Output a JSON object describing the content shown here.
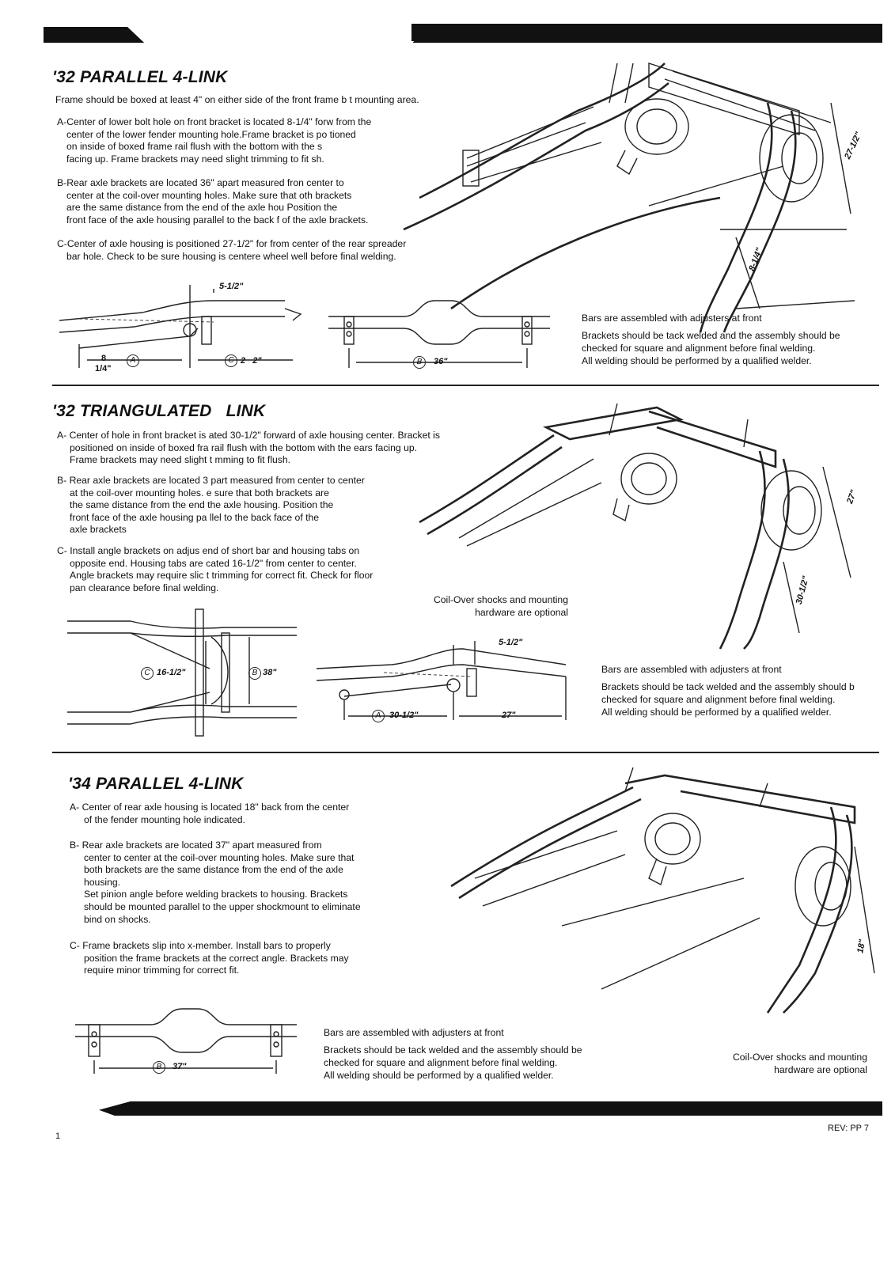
{
  "sections": {
    "s32_parallel": {
      "title": "'32 PARALLEL 4-LINK",
      "intro": "Frame should be boxed at least 4\" on either side of the front frame b      t mounting area.",
      "a": [
        "A-Center of lower bolt hole on front bracket is located 8-1/4\" forw    from the",
        "center of the lower fender mounting hole.Frame bracket is po  tioned",
        "on inside of boxed frame rail flush with the bottom with the   s",
        "facing up. Frame brackets may need slight trimming to fit   sh."
      ],
      "b": [
        "B-Rear axle brackets are located 36\" apart measured fron  center to",
        "center at the coil-over mounting holes. Make sure that  oth brackets",
        "are the same distance from the end of the axle hou   Position the",
        "front face of the axle housing parallel to the back f   of the axle brackets."
      ],
      "c": [
        "C-Center of axle housing is positioned 27-1/2\" for   from center of the rear spreader",
        "bar hole. Check to be sure housing is centere     wheel well before final welding."
      ],
      "notes": [
        "Bars are assembled with adjusters at front",
        "Brackets should be tack welded and the assembly should be",
        "checked for square and alignment before final welding.",
        "All welding should be performed by a qualified welder."
      ],
      "dims": {
        "top": "5-1/2\"",
        "a1": "8",
        "a2": "1/4\"",
        "aMark": "A",
        "cMark": "C",
        "c": "2   2\"",
        "bMark": "B",
        "b": "36\"",
        "iso1": "27-1/2\"",
        "iso2": "8-1/4\""
      }
    },
    "s32_triangulated": {
      "title": "'32 TRIANGULATED   LINK",
      "a": [
        "A- Center of hole in front bracket is      ated 30-1/2\" forward of axle housing center. Bracket is",
        "positioned on inside of boxed fra   rail flush with the bottom with the ears facing up.",
        "Frame brackets may need slight t   mming to fit flush."
      ],
      "b": [
        "B- Rear axle brackets are located 3   part measured from center to center",
        "at the coil-over mounting holes.   e sure that both brackets are",
        "the same distance from the end    the axle housing. Position the",
        "front face of the axle housing pa   llel to the back face of the",
        "axle brackets"
      ],
      "c": [
        "C- Install angle brackets on adjus   end of short bar and housing tabs on",
        "opposite end. Housing tabs are   cated 16-1/2\" from center to center.",
        "Angle brackets may require slic  t trimming for correct fit. Check for floor",
        "pan clearance before final welding."
      ],
      "coilover": [
        "Coil-Over shocks and mounting",
        "hardware are optional"
      ],
      "notes": [
        "Bars are assembled with adjusters at front",
        "Brackets should be tack welded and the assembly should b",
        "checked for square and alignment before final welding.",
        "All welding should be performed by a qualified welder."
      ],
      "dims": {
        "cMark": "C",
        "c": "16-1/2\"",
        "bMark": "B",
        "b": "38\"",
        "top": "5-1/2\"",
        "aMark": "A",
        "a": "30-1/2\"",
        "a2": "27\"",
        "iso1": "27\"",
        "iso2": "30-1/2\""
      }
    },
    "s34_parallel": {
      "title": "'34 PARALLEL 4-LINK",
      "a": [
        "A- Center of rear axle housing is located 18\" back from the center",
        "of the fender mounting hole indicated."
      ],
      "b": [
        "B- Rear axle brackets are located 37\" apart measured from",
        "center to center at the coil-over mounting holes. Make sure that",
        "both brackets are the same distance from the end of the axle",
        "housing.",
        "Set pinion angle before welding brackets to housing. Brackets",
        "should be mounted parallel to the upper shockmount to eliminate",
        "bind on shocks."
      ],
      "c": [
        "C- Frame brackets slip into x-member. Install bars to properly",
        "position the frame brackets at the correct angle. Brackets may",
        "require minor trimming for correct fit."
      ],
      "notes": [
        "Bars are assembled with adjusters at front",
        "Brackets should be tack welded and the assembly should be",
        "checked for square and alignment before final welding.",
        "All welding should be performed by a qualified welder."
      ],
      "coilover": [
        "Coil-Over shocks and mounting",
        "hardware are optional"
      ],
      "dims": {
        "bMark": "B",
        "b": "37\"",
        "iso1": "18\""
      }
    }
  },
  "footer": {
    "rev": "REV: PP 7",
    "page_mark": "1"
  }
}
